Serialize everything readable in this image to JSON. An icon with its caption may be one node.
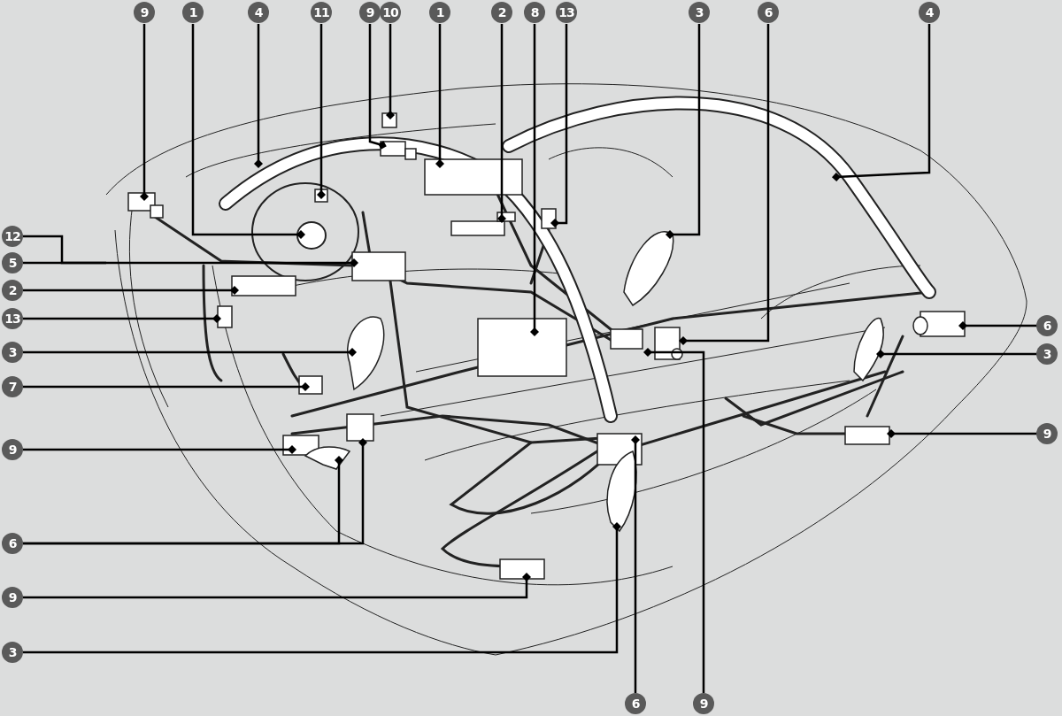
{
  "diagram": {
    "nodes": [
      {
        "text": [
          "9"
        ]
      },
      {
        "text": [
          "1"
        ]
      },
      {
        "text": [
          "4"
        ]
      },
      {
        "text": [
          "11"
        ]
      },
      {
        "text": [
          "9"
        ]
      },
      {
        "text": [
          "10"
        ]
      },
      {
        "text": [
          "1"
        ]
      },
      {
        "text": [
          "2"
        ]
      },
      {
        "text": [
          "8"
        ]
      },
      {
        "text": [
          "13"
        ]
      },
      {
        "text": [
          "3"
        ]
      },
      {
        "text": [
          "6"
        ]
      },
      {
        "text": [
          "4"
        ]
      },
      {
        "text": [
          "12"
        ]
      },
      {
        "text": [
          "5"
        ]
      },
      {
        "text": [
          "2"
        ]
      },
      {
        "text": [
          "13"
        ]
      },
      {
        "text": [
          "3"
        ]
      },
      {
        "text": [
          "7"
        ]
      },
      {
        "text": [
          "9"
        ]
      },
      {
        "text": [
          "6"
        ]
      },
      {
        "text": [
          "9"
        ]
      },
      {
        "text": [
          "3"
        ]
      },
      {
        "text": [
          "6"
        ]
      },
      {
        "text": [
          "3"
        ]
      },
      {
        "text": [
          "9"
        ]
      },
      {
        "text": [
          "6"
        ]
      },
      {
        "text": [
          "9"
        ]
      }
    ],
    "edges": [
      {
        "from": 0,
        "to": null,
        "arrow": "other"
      },
      {
        "from": 1,
        "to": null,
        "arrow": "other"
      },
      {
        "from": 2,
        "to": null,
        "arrow": "other"
      },
      {
        "from": 3,
        "to": null,
        "arrow": "other"
      },
      {
        "from": 4,
        "to": null,
        "arrow": "other"
      },
      {
        "from": 5,
        "to": null,
        "arrow": "other"
      },
      {
        "from": 6,
        "to": null,
        "arrow": "other"
      },
      {
        "from": 7,
        "to": null,
        "arrow": "other"
      },
      {
        "from": 8,
        "to": null,
        "arrow": "other"
      },
      {
        "from": 9,
        "to": null,
        "arrow": "other"
      },
      {
        "from": 10,
        "to": null,
        "arrow": "other"
      },
      {
        "from": 11,
        "to": null,
        "arrow": "other"
      },
      {
        "from": 12,
        "to": null,
        "arrow": "other"
      },
      {
        "from": 13,
        "to": null,
        "arrow": "none"
      },
      {
        "from": 14,
        "to": null,
        "arrow": "other"
      },
      {
        "from": 15,
        "to": null,
        "arrow": "other"
      },
      {
        "from": 16,
        "to": null,
        "arrow": "other"
      },
      {
        "from": 17,
        "to": null,
        "arrow": "other"
      },
      {
        "from": 18,
        "to": null,
        "arrow": "other"
      },
      {
        "from": 19,
        "to": null,
        "arrow": "other"
      },
      {
        "from": 20,
        "to": null,
        "arrow": "other"
      },
      {
        "from": 20,
        "to": null,
        "arrow": "other"
      },
      {
        "from": 21,
        "to": null,
        "arrow": "other"
      },
      {
        "from": 22,
        "to": null,
        "arrow": "other"
      },
      {
        "from": 23,
        "to": null,
        "arrow": "other"
      },
      {
        "from": 24,
        "to": null,
        "arrow": "other"
      },
      {
        "from": 25,
        "to": null,
        "arrow": "other"
      },
      {
        "from": 26,
        "to": null,
        "arrow": "other"
      },
      {
        "from": 27,
        "to": null,
        "arrow": "other"
      }
    ]
  }
}
